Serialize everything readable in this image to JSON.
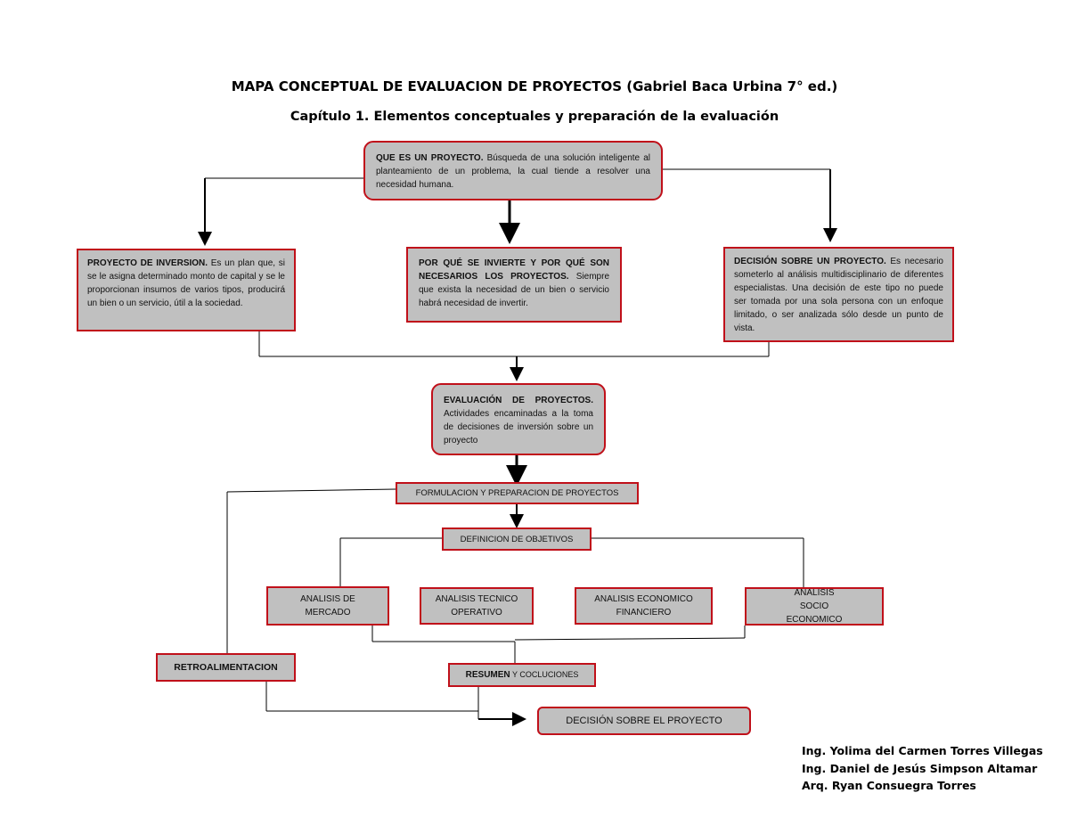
{
  "title": "MAPA CONCEPTUAL DE EVALUACION DE PROYECTOS (Gabriel Baca Urbina 7° ed.)",
  "subtitle": "Capítulo 1. Elementos conceptuales y preparación de la evaluación",
  "nodes": {
    "que_es": {
      "head": "QUE ES UN PROYECTO.",
      "text": "Búsqueda de una solución inteligente al planteamiento de un problema, la cual tiende a resolver una necesidad humana."
    },
    "inversion": {
      "head": "PROYECTO DE INVERSION.",
      "text": "Es un plan que, si se le asigna determinado monto de capital y se le proporcionan insumos de varios tipos, producirá un bien o un servicio, útil a la sociedad."
    },
    "por_que": {
      "head": "POR QUÉ SE INVIERTE Y POR QUÉ SON NECESARIOS LOS PROYECTOS.",
      "text": "Siempre que exista la necesidad de un bien o servicio habrá necesidad de invertir."
    },
    "decision_proyecto": {
      "head": "DECISIÓN SOBRE UN PROYECTO.",
      "text": "Es necesario someterlo al análisis multidisciplinario de diferentes especialistas. Una decisión de este tipo no puede ser tomada por una sola persona con un enfoque limitado, o ser analizada sólo desde un punto de vista."
    },
    "evaluacion": {
      "head": "EVALUACIÓN DE PROYECTOS.",
      "text": "Actividades encaminadas a la toma de decisiones de inversión sobre un proyecto"
    },
    "formulacion": "FORMULACION Y PREPARACION DE PROYECTOS",
    "objetivos": "DEFINICION DE OBJETIVOS",
    "mercado": "ANALISIS DE MERCADO",
    "tecnico": "ANALISIS TECNICO OPERATIVO",
    "economico": "ANALISIS ECONOMICO FINANCIERO",
    "socio": "ANALISIS SOCIO ECONOMICO",
    "retro": "RETROALIMENTACION",
    "resumen_bold": "RESUMEN",
    "resumen_rest": " Y COCLUCIONES",
    "decision_final": "DECISIÓN SOBRE EL PROYECTO"
  },
  "authors": [
    "Ing. Yolima del Carmen  Torres Villegas",
    "Ing. Daniel de Jesús Simpson Altamar",
    "Arq. Ryan Consuegra Torres"
  ],
  "colors": {
    "box_fill": "#c0c0c0",
    "box_border": "#c0101a",
    "line": "#000000"
  }
}
